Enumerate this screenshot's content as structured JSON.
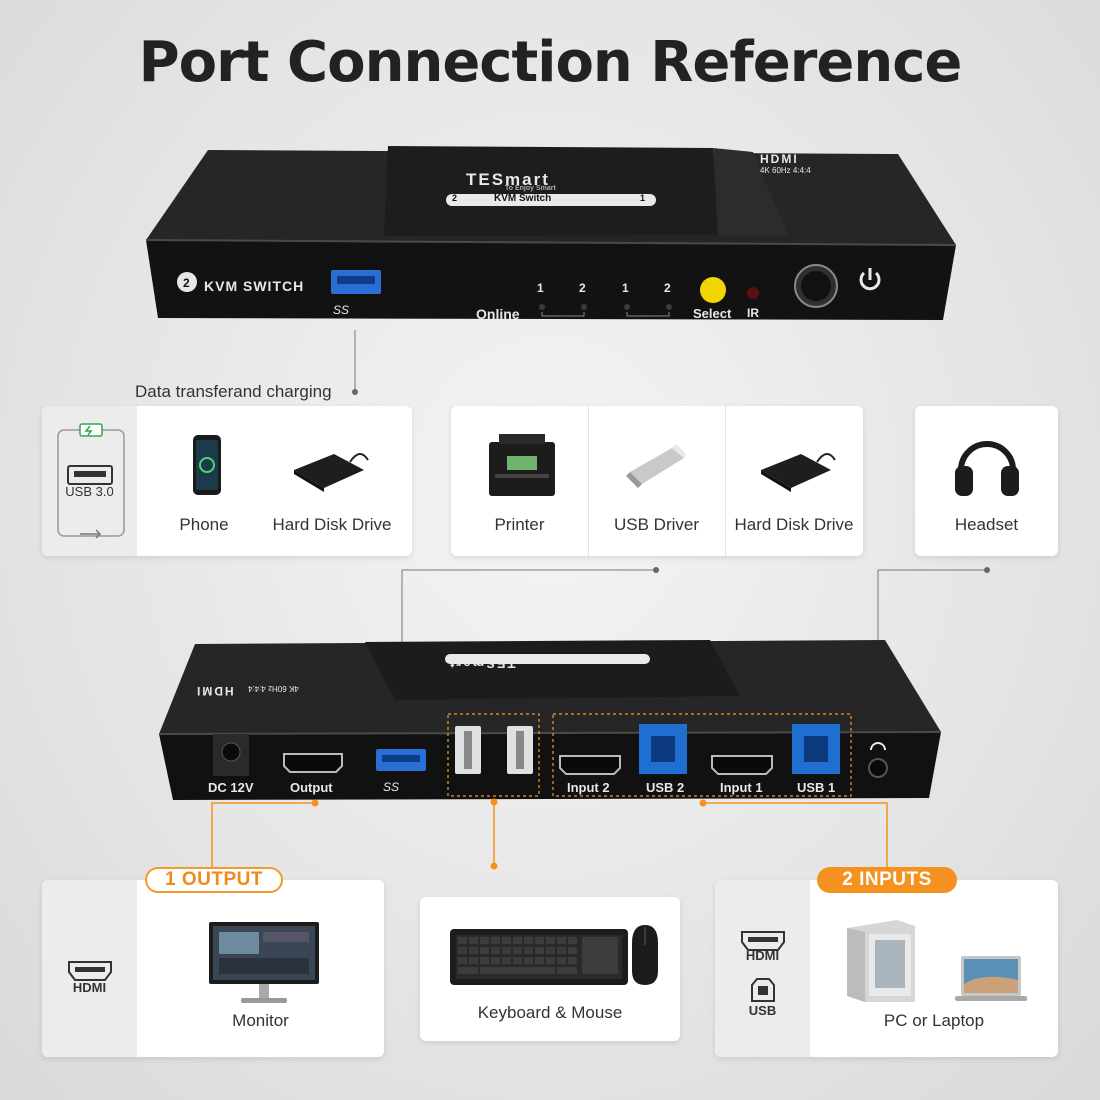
{
  "title": "Port Connection Reference",
  "front_device": {
    "brand": "TESmart",
    "tagline": "To Enjoy Smart",
    "model_label": "KVM Switch",
    "model_num_left": "2",
    "model_num_right": "1",
    "hdmi_logo": "HDMI",
    "hdmi_spec": "4K 60Hz 4:4:4",
    "switch_label": "KVM SWITCH",
    "switch_num": "2",
    "usb_symbol": "SS",
    "online_label": "Online",
    "online_nums": [
      "1",
      "2"
    ],
    "select_nums": [
      "1",
      "2"
    ],
    "select_label": "Select",
    "ir_label": "IR"
  },
  "front_callout": "Data transferand charging",
  "top_cards": {
    "usb_card": {
      "port_label": "USB 3.0",
      "items": [
        {
          "label": "Phone",
          "icon": "phone-icon"
        },
        {
          "label": "Hard Disk Drive",
          "icon": "hard-disk-icon"
        }
      ]
    },
    "usb_devices": [
      {
        "label": "Printer",
        "icon": "printer-icon"
      },
      {
        "label": "USB Driver",
        "icon": "usb-drive-icon"
      },
      {
        "label": "Hard Disk Drive",
        "icon": "hard-disk-icon"
      }
    ],
    "audio_card": {
      "label": "Headset",
      "icon": "headset-icon"
    }
  },
  "rear_device": {
    "brand": "TESmart",
    "hdmi_logo": "HDMI",
    "hdmi_spec": "4K 60Hz 4:4:4",
    "ports": {
      "dc": "DC 12V",
      "output": "Output",
      "usb3": "SS",
      "input2": "Input 2",
      "usb2": "USB 2",
      "input1": "Input 1",
      "usb1": "USB 1"
    }
  },
  "bottom_cards": {
    "output_badge": "1 OUTPUT",
    "output_port": "HDMI",
    "output_device": "Monitor",
    "km_device": "Keyboard & Mouse",
    "inputs_badge": "2 INPUTS",
    "input_ports": [
      "HDMI",
      "USB"
    ],
    "input_device": "PC or Laptop"
  },
  "colors": {
    "accent_orange": "#f5921f",
    "device_body": "#151515",
    "usb3_blue": "#2a6fd6",
    "usbb_blue": "#1f6fd0",
    "select_button": "#f2d400"
  }
}
